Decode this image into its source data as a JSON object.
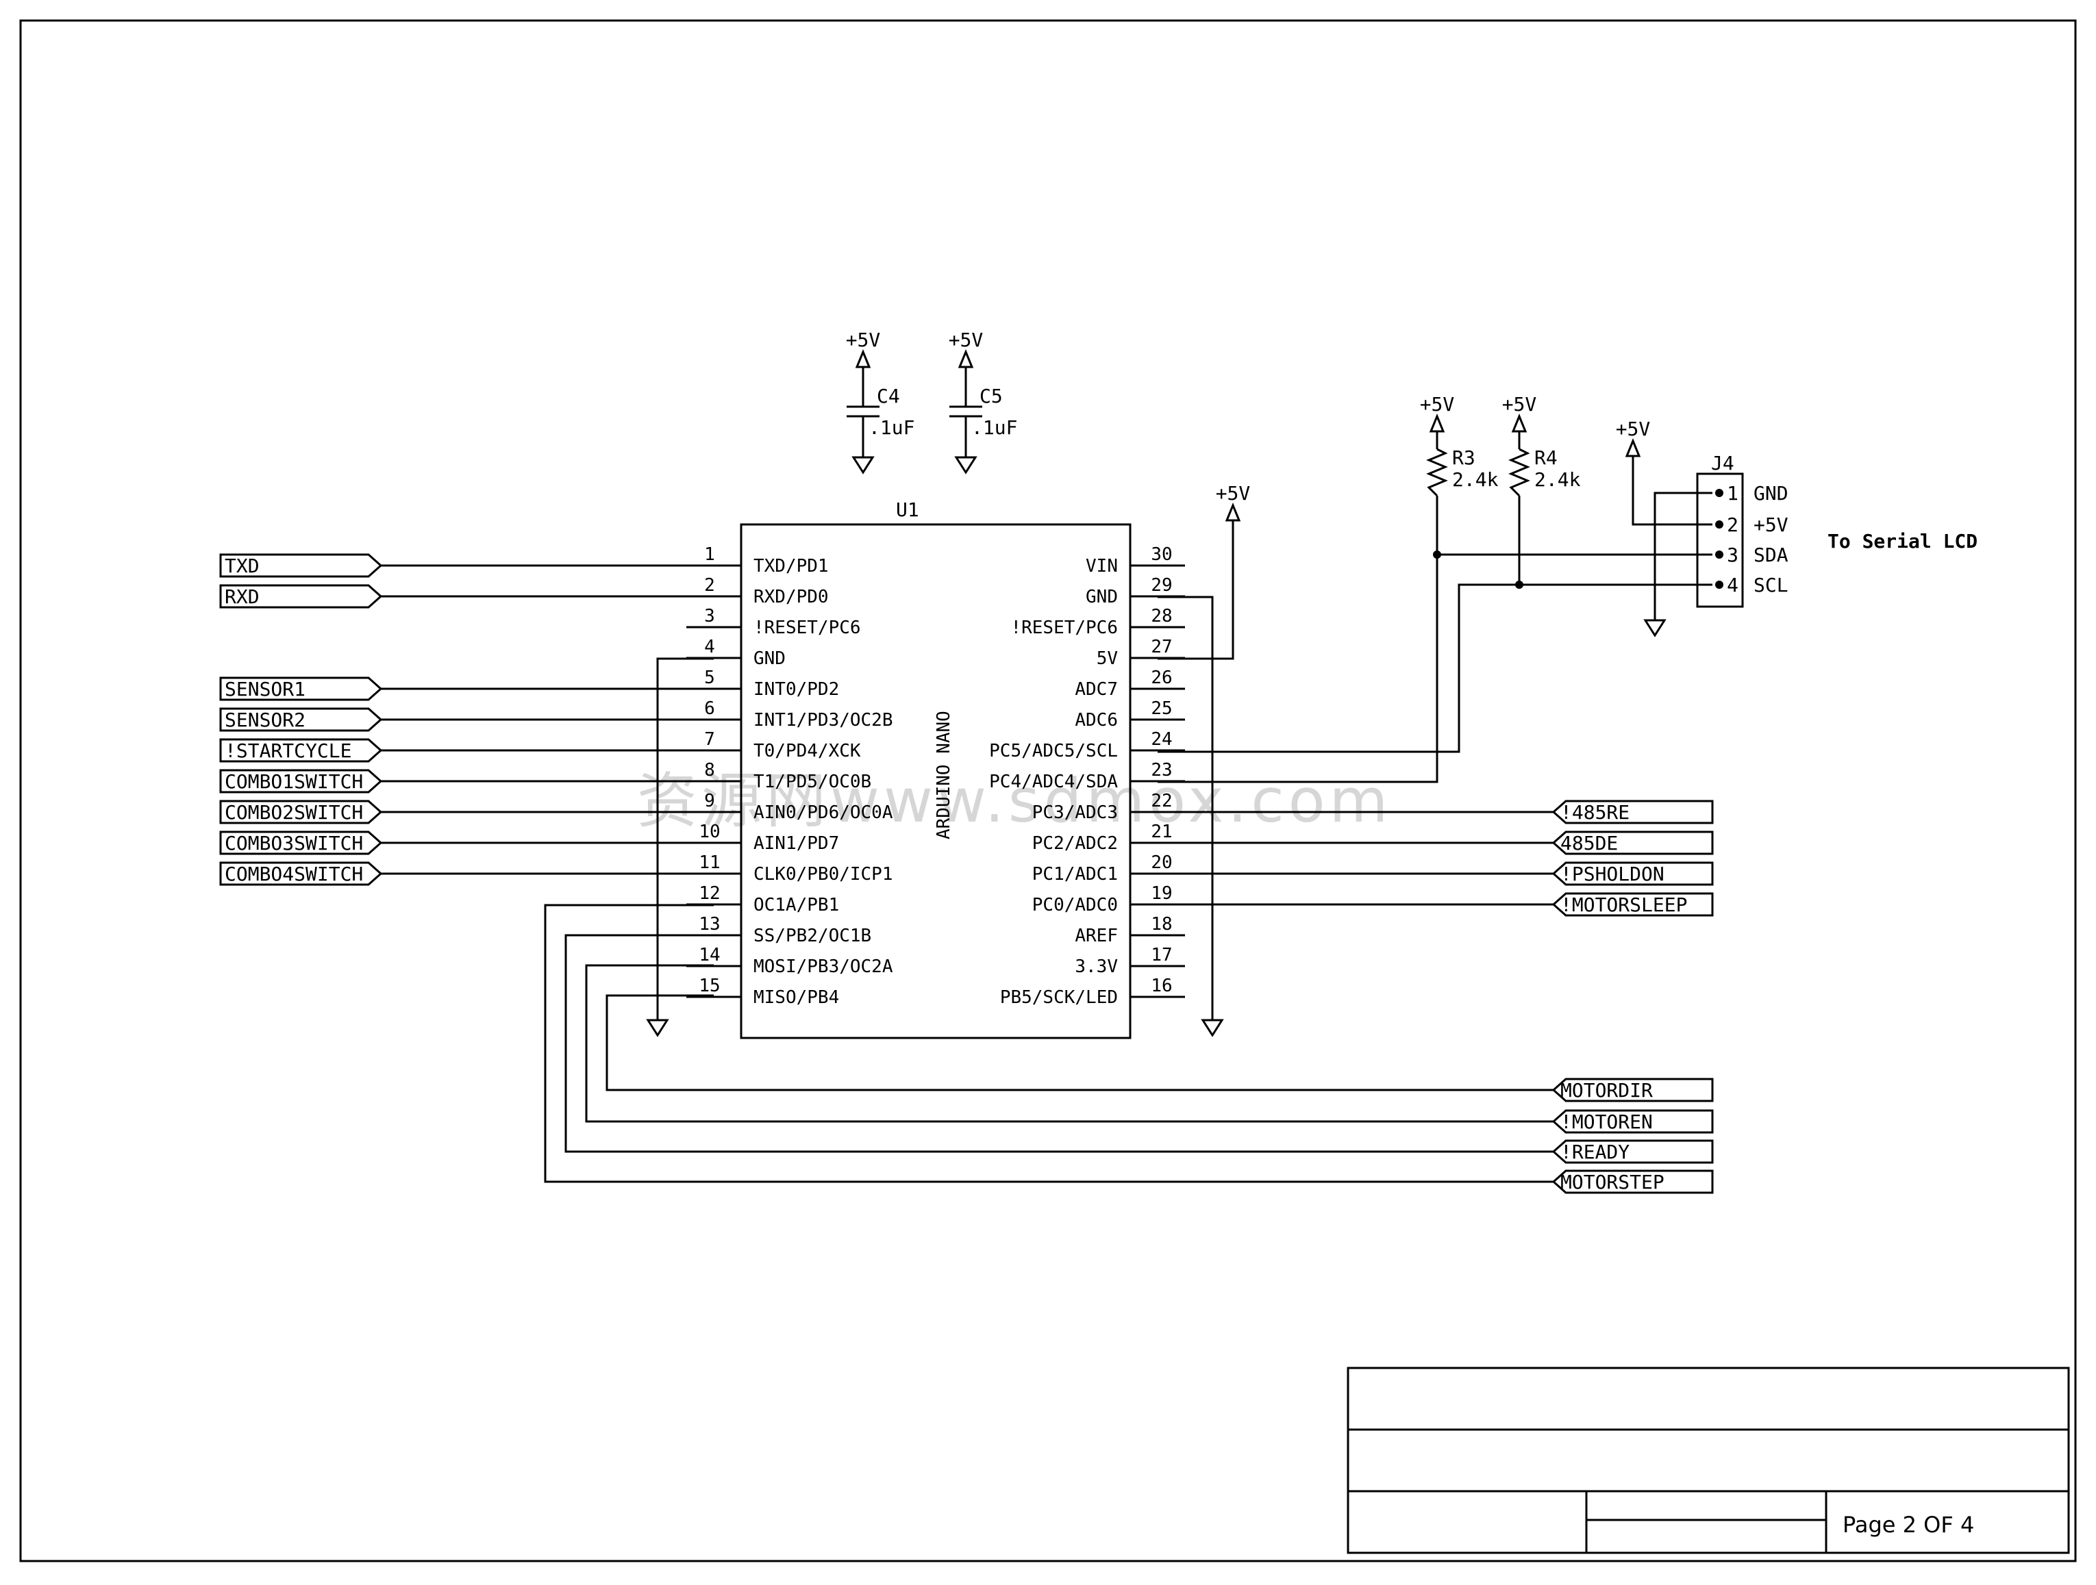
{
  "schematic": {
    "u1": {
      "ref": "U1",
      "part": "ARDUINO NANO",
      "left_pins": [
        {
          "num": "1",
          "name": "TXD/PD1"
        },
        {
          "num": "2",
          "name": "RXD/PD0"
        },
        {
          "num": "3",
          "name": "!RESET/PC6"
        },
        {
          "num": "4",
          "name": "GND"
        },
        {
          "num": "5",
          "name": "INT0/PD2"
        },
        {
          "num": "6",
          "name": "INT1/PD3/OC2B"
        },
        {
          "num": "7",
          "name": "T0/PD4/XCK"
        },
        {
          "num": "8",
          "name": "T1/PD5/OC0B"
        },
        {
          "num": "9",
          "name": "AIN0/PD6/OC0A"
        },
        {
          "num": "10",
          "name": "AIN1/PD7"
        },
        {
          "num": "11",
          "name": "CLK0/PB0/ICP1"
        },
        {
          "num": "12",
          "name": "OC1A/PB1"
        },
        {
          "num": "13",
          "name": "SS/PB2/OC1B"
        },
        {
          "num": "14",
          "name": "MOSI/PB3/OC2A"
        },
        {
          "num": "15",
          "name": "MISO/PB4"
        }
      ],
      "right_pins": [
        {
          "num": "30",
          "name": "VIN"
        },
        {
          "num": "29",
          "name": "GND"
        },
        {
          "num": "28",
          "name": "!RESET/PC6"
        },
        {
          "num": "27",
          "name": "5V"
        },
        {
          "num": "26",
          "name": "ADC7"
        },
        {
          "num": "25",
          "name": "ADC6"
        },
        {
          "num": "24",
          "name": "PC5/ADC5/SCL"
        },
        {
          "num": "23",
          "name": "PC4/ADC4/SDA"
        },
        {
          "num": "22",
          "name": "PC3/ADC3"
        },
        {
          "num": "21",
          "name": "PC2/ADC2"
        },
        {
          "num": "20",
          "name": "PC1/ADC1"
        },
        {
          "num": "19",
          "name": "PC0/ADC0"
        },
        {
          "num": "18",
          "name": "AREF"
        },
        {
          "num": "17",
          "name": "3.3V"
        },
        {
          "num": "16",
          "name": "PB5/SCK/LED"
        }
      ]
    },
    "left_nets": [
      "TXD",
      "RXD",
      "SENSOR1",
      "SENSOR2",
      "!STARTCYCLE",
      "COMBO1SWITCH",
      "COMBO2SWITCH",
      "COMBO3SWITCH",
      "COMBO4SWITCH"
    ],
    "right_nets": [
      "!485RE",
      "485DE",
      "!PSHOLDON",
      "!MOTORSLEEP"
    ],
    "bottom_nets": [
      "MOTORDIR",
      "!MOTOREN",
      "!READY",
      "MOTORSTEP"
    ],
    "caps": [
      {
        "ref": "C4",
        "value": ".1uF"
      },
      {
        "ref": "C5",
        "value": ".1uF"
      }
    ],
    "resistors": [
      {
        "ref": "R3",
        "value": "2.4k"
      },
      {
        "ref": "R4",
        "value": "2.4k"
      }
    ],
    "power_label": "+5V",
    "j4": {
      "ref": "J4",
      "pins": [
        {
          "num": "1",
          "name": "GND"
        },
        {
          "num": "2",
          "name": "+5V"
        },
        {
          "num": "3",
          "name": "SDA"
        },
        {
          "num": "4",
          "name": "SCL"
        }
      ],
      "note": "To Serial LCD"
    },
    "title_block": {
      "page": "Page 2 OF 4"
    },
    "watermark": "资源网www.sdmox.com"
  }
}
